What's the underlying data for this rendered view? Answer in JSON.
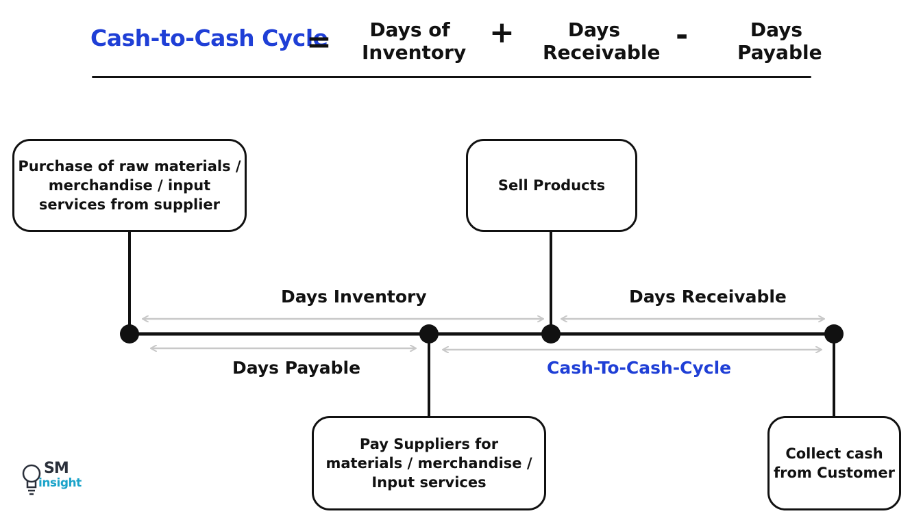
{
  "formula": {
    "title": "Cash-to-Cash Cycle",
    "equals": "=",
    "term1": "Days of\nInventory",
    "plus": "+",
    "term2": "Days\nReceivable",
    "minus": "-",
    "term3": "Days\nPayable"
  },
  "events": {
    "purchase": "Purchase of raw materials /\nmerchandise / input\nservices from supplier",
    "sell": "Sell Products",
    "pay_suppliers": "Pay Suppliers for\nmaterials / merchandise /\nInput services",
    "collect_cash": "Collect cash\nfrom Customer"
  },
  "periods": {
    "days_inventory": "Days Inventory",
    "days_receivable": "Days Receivable",
    "days_payable": "Days Payable",
    "cash_to_cash": "Cash-To-Cash-Cycle"
  },
  "logo": {
    "line1": "SM",
    "line2": "insight"
  },
  "colors": {
    "accent": "#1f3fd6",
    "ink": "#111111",
    "arrow": "#c8c8c8",
    "logo_blue": "#1aa3c9"
  }
}
